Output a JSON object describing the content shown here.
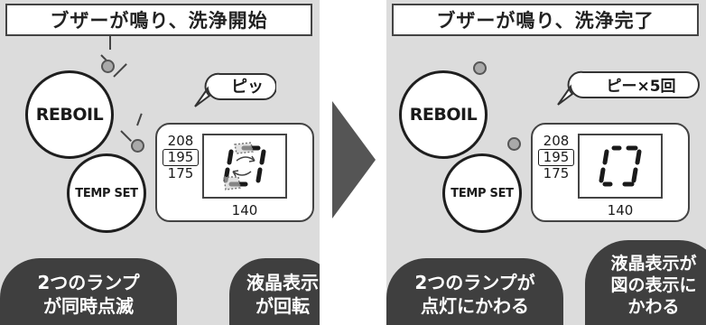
{
  "panels": [
    {
      "title": "ブザーが鳴り、洗浄開始",
      "reboil_label": "REBOIL",
      "temp_set_label": "TEMP SET",
      "bubble_text": "ピッ",
      "temps": [
        "208",
        "195",
        "175"
      ],
      "bottom_temp": "140",
      "lcd_state": "rotating",
      "lamp_state": "blinking",
      "caption_left": [
        "2つのランプ",
        "が同時点滅"
      ],
      "caption_right": [
        "液晶表示",
        "が回転"
      ]
    },
    {
      "title": "ブザーが鳴り、洗浄完了",
      "reboil_label": "REBOIL",
      "temp_set_label": "TEMP SET",
      "bubble_text": "ピー×5回",
      "temps": [
        "208",
        "195",
        "175"
      ],
      "bottom_temp": "140",
      "lcd_state": "static",
      "lamp_state": "lit",
      "caption_left": [
        "2つのランプが",
        "点灯にかわる"
      ],
      "caption_right": [
        "液晶表示が",
        "図の表示に",
        "かわる"
      ]
    }
  ],
  "colors": {
    "panel_bg": "#dcdcdc",
    "caption_bg": "#3f3f3f",
    "lamp": "#a9a9a9",
    "arrow": "#555555"
  }
}
